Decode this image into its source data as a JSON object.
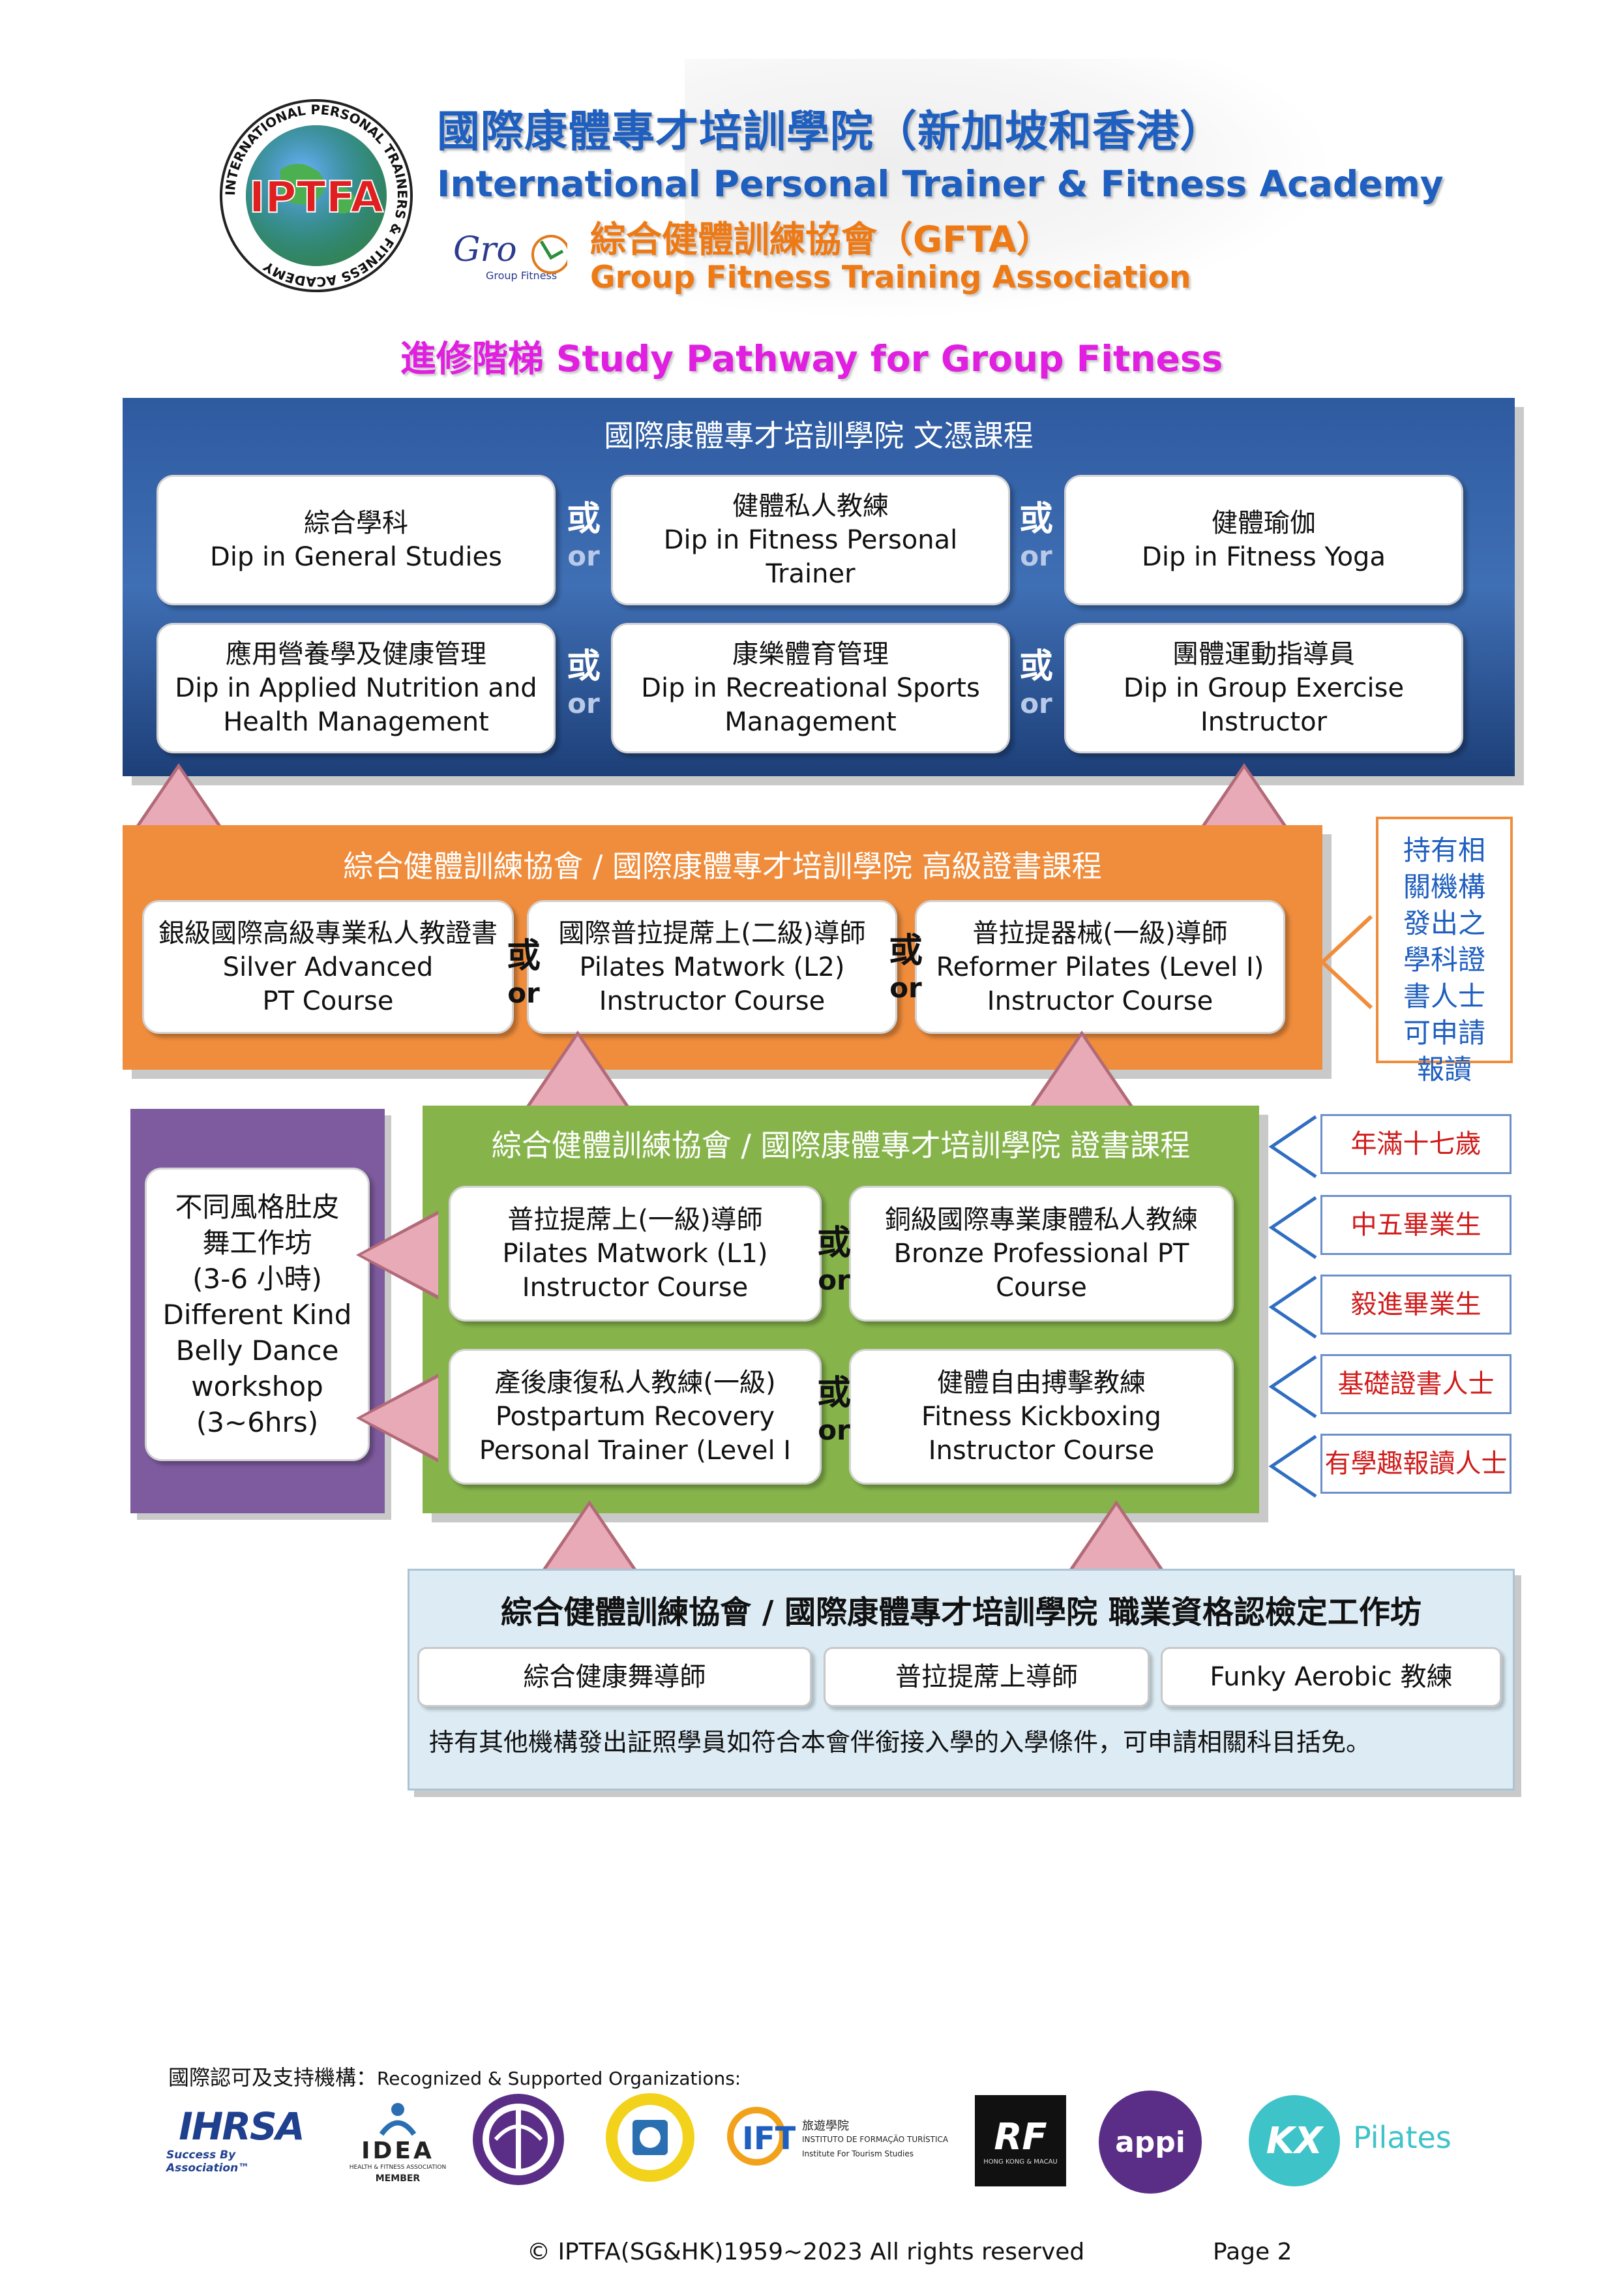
{
  "header": {
    "title_zh": "國際康體專才培訓學院（新加坡和香港）",
    "title_en": "International Personal Trainer & Fitness Academy",
    "sub_zh": "綜合健體訓練協會（GFTA）",
    "sub_en": "Group Fitness Training Association",
    "logo_ring_text": "INTERNATIONAL PERSONAL TRAINERS & FITNESS ACADEMY",
    "logo_text": "IPTFA",
    "gf_logo_text": "Group Fitness",
    "pathway_title": "進修階梯  Study Pathway for Group Fitness"
  },
  "diploma": {
    "title": "國際康體專才培訓學院  文憑課程",
    "courses": [
      {
        "zh": "綜合學科",
        "en": "Dip in General Studies"
      },
      {
        "zh": "健體私人教練",
        "en": "Dip in Fitness Personal Trainer"
      },
      {
        "zh": "健體瑜伽",
        "en": "Dip in Fitness Yoga"
      },
      {
        "zh": "應用營養學及健康管理",
        "en": "Dip in Applied Nutrition and Health Management"
      },
      {
        "zh": "康樂體育管理",
        "en": "Dip in Recreational Sports Management"
      },
      {
        "zh": "團體運動指導員",
        "en": "Dip in Group Exercise Instructor"
      }
    ]
  },
  "or": {
    "zh": "或",
    "en": "or"
  },
  "advanced": {
    "title": "綜合健體訓練協會  /  國際康體專才培訓學院  高級證書課程",
    "courses": [
      {
        "zh": "銀級國際高級專業私人教證書",
        "en": "Silver Advanced PT Course"
      },
      {
        "zh": "國際普拉提蓆上(二級)導師",
        "en": "Pilates Matwork (L2) Instructor Course"
      },
      {
        "zh": "普拉提器械(一級)導師",
        "en": "Reformer Pilates (Level I) Instructor Course"
      }
    ],
    "note": "持有相關機構發出之學科證書人士可申請報讀"
  },
  "certificate": {
    "title": "綜合健體訓練協會  /  國際康體專才培訓學院  證書課程",
    "courses": [
      {
        "zh": "普拉提蓆上(一級)導師",
        "en": "Pilates Matwork (L1) Instructor Course"
      },
      {
        "zh": "銅級國際專業康體私人教練",
        "en": "Bronze Professional PT Course"
      },
      {
        "zh": "產後康復私人教練(一級)",
        "en": "Postpartum Recovery Personal Trainer (Level I"
      },
      {
        "zh": "健體自由搏擊教練",
        "en": "Fitness Kickboxing Instructor Course"
      }
    ],
    "eligibility": [
      "年滿十七歲",
      "中五畢業生",
      "毅進畢業生",
      "基礎證書人士",
      "有學趣報讀人士"
    ]
  },
  "belly_dance": {
    "zh": "不同風格肚皮舞工作坊",
    "hours_zh": "(3-6 小時)",
    "en": "Different Kind Belly Dance workshop",
    "hours_en": "(3~6hrs)"
  },
  "workshop": {
    "title": "綜合健體訓練協會  /  國際康體專才培訓學院  職業資格認檢定工作坊",
    "items": [
      "綜合健康舞導師",
      "普拉提蓆上導師",
      "Funky Aerobic 教練"
    ],
    "note": "持有其他機構發出証照學員如符合本會伴銜接入學的入學條件，可申請相關科目括免。"
  },
  "footer": {
    "orgs_label_zh": "國際認可及支持機構：",
    "orgs_label_en": "Recognized & Supported Organizations:",
    "logos": {
      "ihrsa": "IHRSA",
      "ihrsa_tag": "Success By Association™",
      "idea": "IDEA",
      "idea_sub": "HEALTH & FITNESS ASSOCIATION",
      "idea_member": "MEMBER",
      "ift_zh": "旅遊學院",
      "ift_pt": "INSTITUTO DE FORMAÇÃO TURÍSTICA",
      "ift_en": "Institute For Tourism Studies",
      "rf": "RF",
      "rf_sub": "HONG KONG & MACAU",
      "appi": "appi",
      "kx": "KX",
      "kx_label": "Pilates"
    },
    "copyright": "© IPTFA(SG&HK)1959~2023 All rights reserved",
    "page": "Page  2"
  },
  "colors": {
    "header_blue": "#1f5fbf",
    "header_orange": "#ee7a16",
    "pathway_magenta": "#e01fe0",
    "diploma_blue": "#2e5aa0",
    "advanced_orange": "#f08d3c",
    "certificate_green": "#86b44b",
    "belly_purple": "#7d5b9e",
    "workshop_light": "#dcebf4",
    "eligibility_red": "#d01c1c"
  }
}
